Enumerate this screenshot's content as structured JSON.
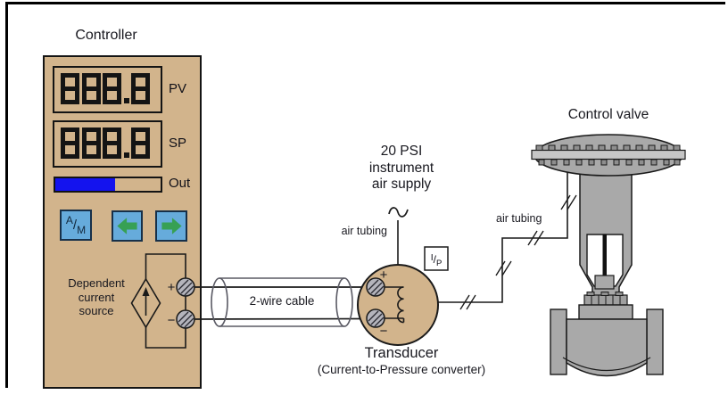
{
  "colors": {
    "tan": "#d2b48c",
    "bar_blue": "#1413ee",
    "button_blue": "#66abdb",
    "button_border": "#173049",
    "arrow_green": "#37a054",
    "metal_gray": "#a9a9a9",
    "text": "#18181f"
  },
  "controller": {
    "title": "Controller",
    "pv_label": "PV",
    "sp_label": "SP",
    "out_label": "Out",
    "pv_value": "888.8",
    "sp_value": "888.8",
    "out_percent": 57,
    "am_button": {
      "top": "A",
      "slash": "/",
      "bottom": "M"
    },
    "source_label": "Dependent\ncurrent\nsource",
    "plus": "+",
    "minus": "−"
  },
  "cable": {
    "label": "2-wire cable"
  },
  "transducer": {
    "title": "Transducer",
    "subtitle": "(Current-to-Pressure converter)",
    "ip_top": "I",
    "ip_slash": "/",
    "ip_bottom": "P",
    "plus": "+",
    "minus": "−",
    "air_supply_label": "20 PSI\ninstrument\nair supply",
    "air_tubing_label": "air tubing"
  },
  "valve": {
    "title": "Control valve",
    "air_tubing_label": "air tubing"
  }
}
